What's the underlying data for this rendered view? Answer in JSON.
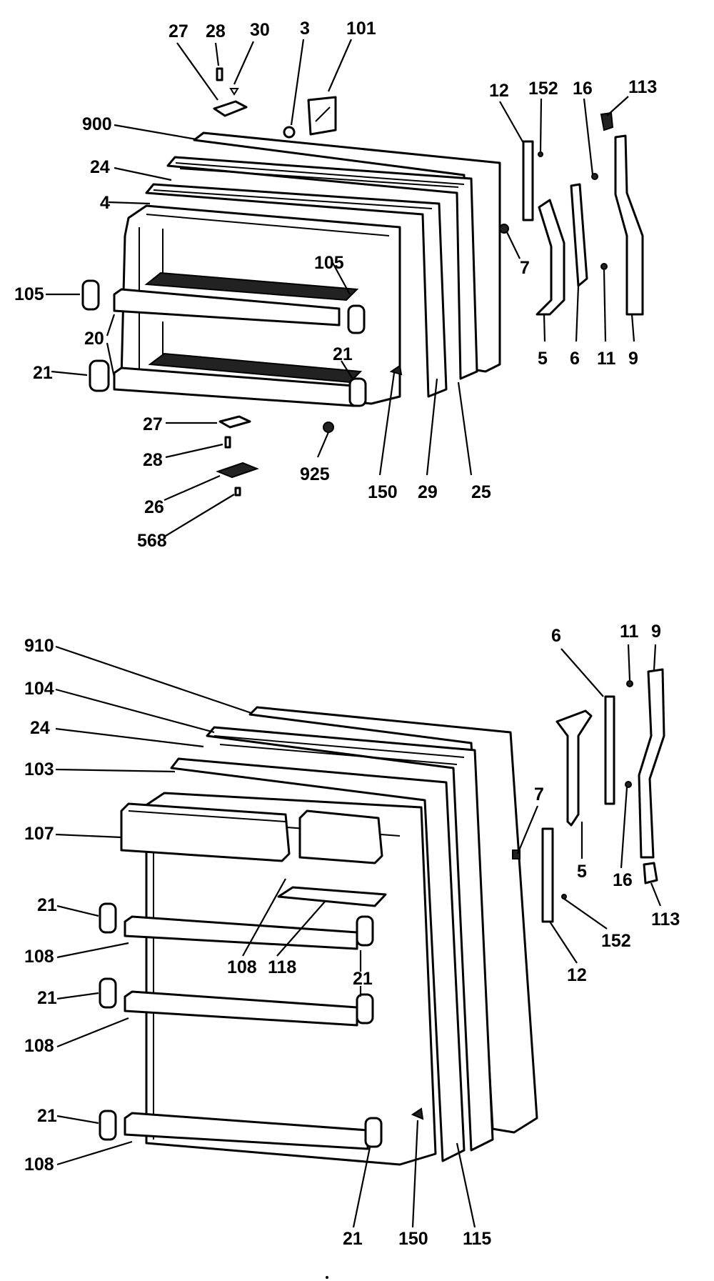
{
  "callouts_top": [
    {
      "id": "t27a",
      "text": "27"
    },
    {
      "id": "t28a",
      "text": "28"
    },
    {
      "id": "t30",
      "text": "30"
    },
    {
      "id": "t3",
      "text": "3"
    },
    {
      "id": "t101",
      "text": "101"
    },
    {
      "id": "t900",
      "text": "900"
    },
    {
      "id": "t24",
      "text": "24"
    },
    {
      "id": "t4",
      "text": "4"
    },
    {
      "id": "t105a",
      "text": "105"
    },
    {
      "id": "t105b",
      "text": "105"
    },
    {
      "id": "t20",
      "text": "20"
    },
    {
      "id": "t21a",
      "text": "21"
    },
    {
      "id": "t21b",
      "text": "21"
    },
    {
      "id": "t27b",
      "text": "27"
    },
    {
      "id": "t28b",
      "text": "28"
    },
    {
      "id": "t26",
      "text": "26"
    },
    {
      "id": "t568",
      "text": "568"
    },
    {
      "id": "t925",
      "text": "925"
    },
    {
      "id": "t150",
      "text": "150"
    },
    {
      "id": "t29",
      "text": "29"
    },
    {
      "id": "t25",
      "text": "25"
    },
    {
      "id": "t12",
      "text": "12"
    },
    {
      "id": "t152",
      "text": "152"
    },
    {
      "id": "t16",
      "text": "16"
    },
    {
      "id": "t113",
      "text": "113"
    },
    {
      "id": "t7",
      "text": "7"
    },
    {
      "id": "t5",
      "text": "5"
    },
    {
      "id": "t6",
      "text": "6"
    },
    {
      "id": "t11",
      "text": "11"
    },
    {
      "id": "t9",
      "text": "9"
    }
  ],
  "callouts_bottom": [
    {
      "id": "b910",
      "text": "910"
    },
    {
      "id": "b104",
      "text": "104"
    },
    {
      "id": "b24",
      "text": "24"
    },
    {
      "id": "b103",
      "text": "103"
    },
    {
      "id": "b107",
      "text": "107"
    },
    {
      "id": "b21a",
      "text": "21"
    },
    {
      "id": "b108a",
      "text": "108"
    },
    {
      "id": "b21b",
      "text": "21"
    },
    {
      "id": "b108b",
      "text": "108"
    },
    {
      "id": "b21c",
      "text": "21"
    },
    {
      "id": "b108c",
      "text": "108"
    },
    {
      "id": "b108d",
      "text": "108"
    },
    {
      "id": "b118",
      "text": "118"
    },
    {
      "id": "b21d",
      "text": "21"
    },
    {
      "id": "b21e",
      "text": "21"
    },
    {
      "id": "b150",
      "text": "150"
    },
    {
      "id": "b115",
      "text": "115"
    },
    {
      "id": "b6",
      "text": "6"
    },
    {
      "id": "b11",
      "text": "11"
    },
    {
      "id": "b9",
      "text": "9"
    },
    {
      "id": "b7",
      "text": "7"
    },
    {
      "id": "b5",
      "text": "5"
    },
    {
      "id": "b16",
      "text": "16"
    },
    {
      "id": "b113",
      "text": "113"
    },
    {
      "id": "b152",
      "text": "152"
    },
    {
      "id": "b12",
      "text": "12"
    }
  ]
}
